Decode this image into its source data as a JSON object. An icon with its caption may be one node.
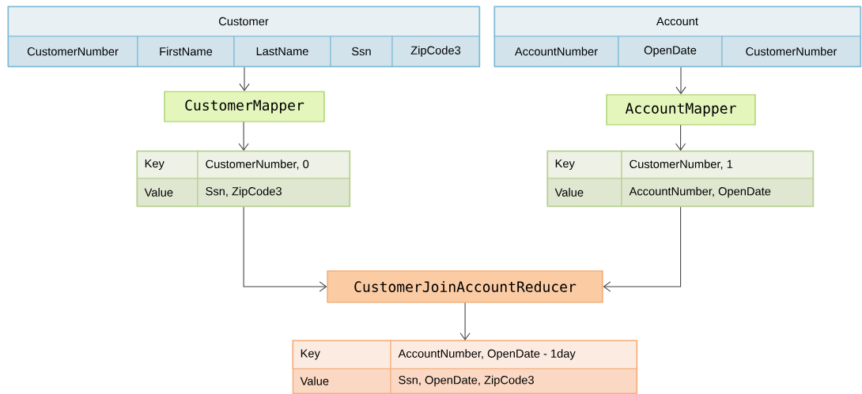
{
  "diagram": {
    "nodes": [
      {
        "text": [
          "Customer",
          "CustomerNumber",
          "FirstName",
          "LastName",
          "Ssn",
          "ZipCode3"
        ]
      },
      {
        "text": [
          "Account",
          "AccountNumber",
          "OpenDate",
          "CustomerNumber"
        ]
      },
      {
        "text": [
          "CustomerMapper"
        ]
      },
      {
        "text": [
          "AccountMapper"
        ]
      },
      {
        "text": [
          "Key",
          "CustomerNumber, 0",
          "Value",
          "Ssn, ZipCode3"
        ]
      },
      {
        "text": [
          "Key",
          "CustomerNumber, 1",
          "Value",
          "AccountNumber, OpenDate"
        ]
      },
      {
        "text": [
          "CustomerJoinAccountReducer"
        ]
      },
      {
        "text": [
          "Key",
          "AccountNumber, OpenDate - 1day",
          "Value",
          "Ssn, OpenDate, ZipCode3"
        ]
      }
    ],
    "edges": [
      {
        "from": 0,
        "to": 2,
        "arrow": "to"
      },
      {
        "from": 1,
        "to": 3,
        "arrow": "to"
      },
      {
        "from": 2,
        "to": 4,
        "arrow": "to"
      },
      {
        "from": 3,
        "to": 5,
        "arrow": "to"
      },
      {
        "from": 4,
        "to": 6,
        "arrow": "to"
      },
      {
        "from": 5,
        "to": 6,
        "arrow": "to"
      },
      {
        "from": 6,
        "to": 7,
        "arrow": "to"
      }
    ]
  }
}
